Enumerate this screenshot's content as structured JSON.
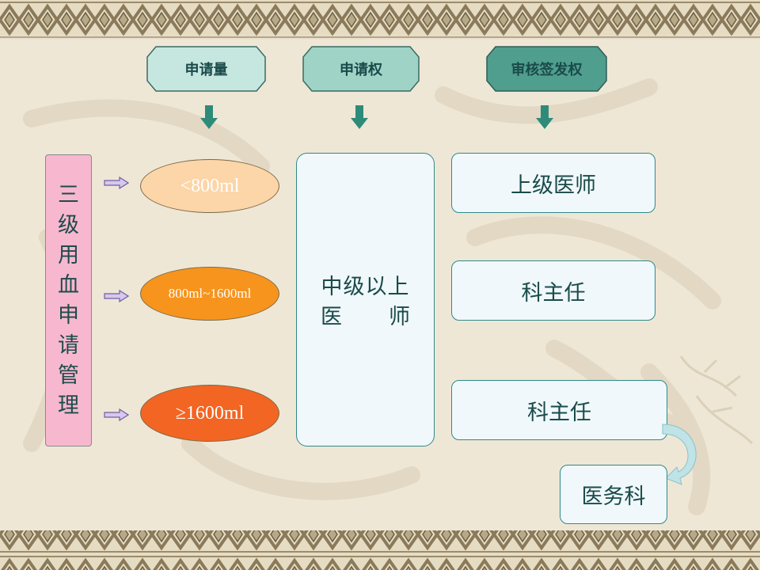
{
  "headers": [
    "申请量",
    "申请权",
    "审核签发权"
  ],
  "left_label_chars": [
    "三",
    "级",
    "用",
    "血",
    "申",
    "请",
    "管",
    "理"
  ],
  "volumes": [
    "<800ml",
    "800ml~1600ml",
    "≥1600ml"
  ],
  "center_box": {
    "line1": "中级以上",
    "line2_left": "医",
    "line2_right": "师"
  },
  "approvers": [
    "上级医师",
    "科主任",
    "科主任"
  ],
  "final_approver": "医务科",
  "colors": {
    "background": "#efe7d6",
    "header_fill": "#c6e7df",
    "header_fill_dark": "#4f9e8e",
    "arrow_teal": "#2e8b7a",
    "left_box_pink": "#f7b8cf",
    "ellipse_light": "#fcd5a8",
    "ellipse_mid": "#f7941d",
    "ellipse_dark": "#f26522",
    "box_border": "#2f8a8a",
    "box_fill": "#f0f8fb",
    "text_dark": "#1a4a4a"
  }
}
